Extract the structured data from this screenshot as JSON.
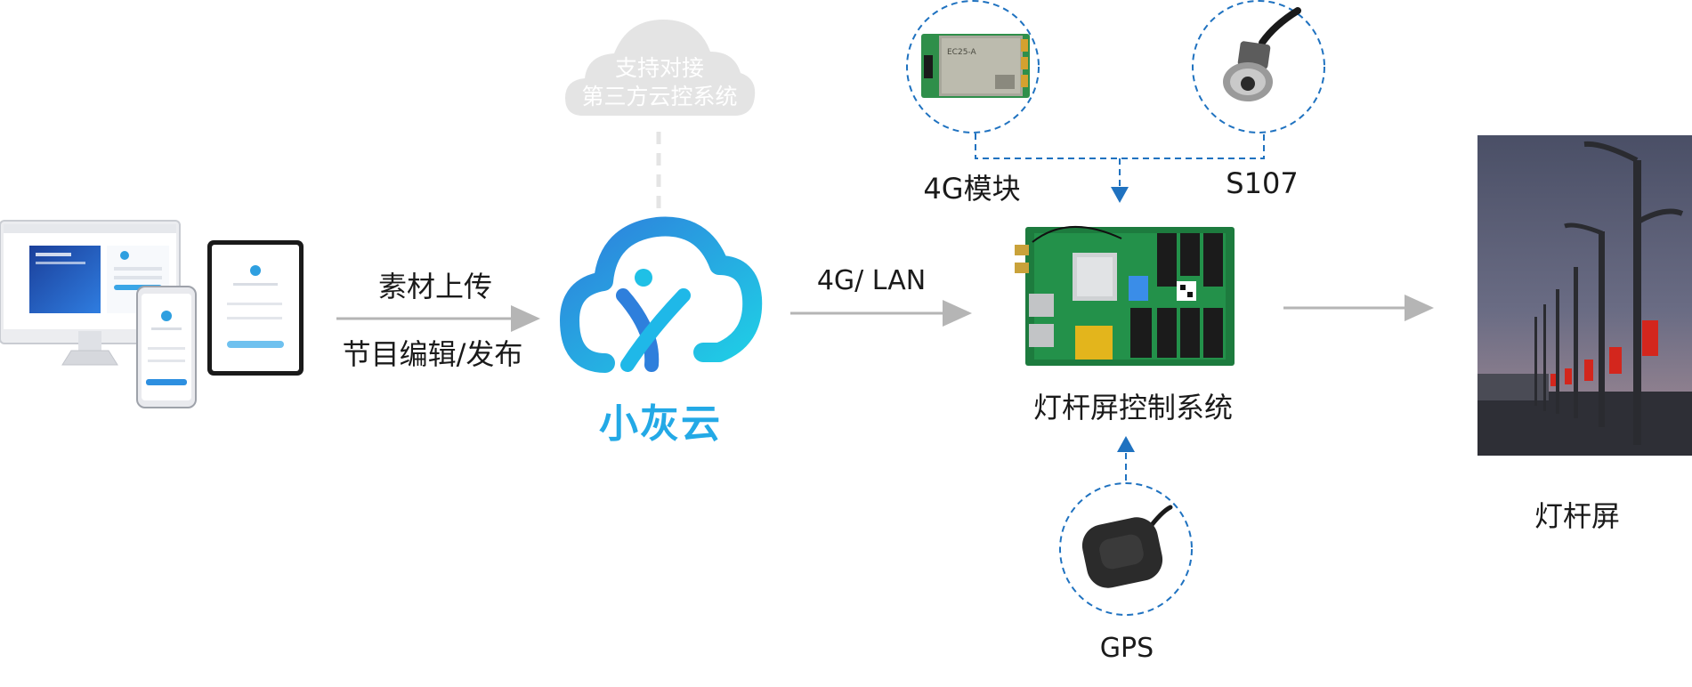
{
  "cloud_bubble": {
    "line1": "支持对接",
    "line2": "第三方云控系统"
  },
  "platform": {
    "name": "小灰云"
  },
  "edge1": {
    "top": "素材上传",
    "bottom": "节目编辑/发布"
  },
  "edge2": {
    "label": "4G/ LAN"
  },
  "modules": {
    "module_4g": "4G模块",
    "module_s107": "S107",
    "gps": "GPS"
  },
  "controller": {
    "label": "灯杆屏控制系统"
  },
  "display": {
    "label": "灯杆屏"
  },
  "module_4g_chip_text": "EC25-A",
  "colors": {
    "accent_blue": "#1f72c0",
    "brand_light": "#23b4ea",
    "brand_dark": "#2e7fdc",
    "arrow_gray": "#b5b5b5",
    "cloud_gray": "#e4e4e4"
  }
}
